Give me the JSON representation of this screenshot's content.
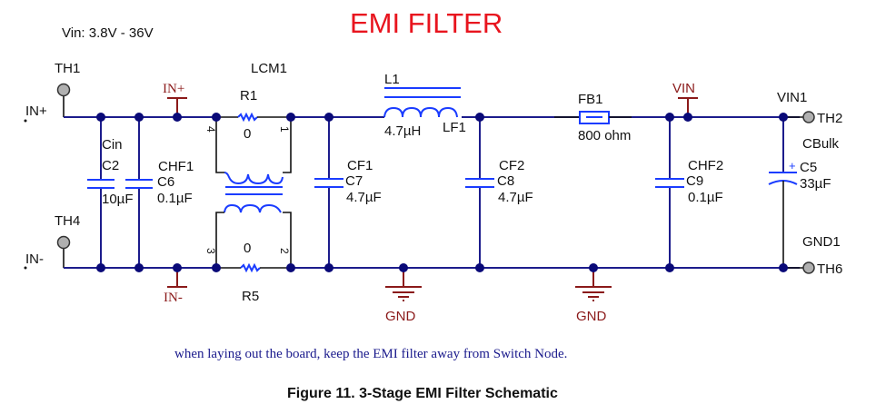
{
  "header": {
    "vin_range": "Vin: 3.8V - 36V",
    "title": "EMI FILTER"
  },
  "colors": {
    "title": "#e8141e",
    "wire": "#1c1c8c",
    "component": "#1a3cff",
    "net_label": "#8b1a1a",
    "note": "#1a1a8c"
  },
  "test_points": {
    "th1": "TH1",
    "th4": "TH4",
    "th2": "TH2",
    "th6": "TH6"
  },
  "ports": {
    "in_plus": "IN+",
    "in_minus": "IN-"
  },
  "net_labels": {
    "in_plus": "IN+",
    "in_minus": "IN-",
    "vin": "VIN",
    "gnd_1": "GND",
    "gnd_2": "GND",
    "vin1": "VIN1",
    "gnd1": "GND1"
  },
  "components": {
    "c2": {
      "name": "Cin",
      "ref": "C2",
      "value": "10µF"
    },
    "c6": {
      "name": "CHF1",
      "ref": "C6",
      "value": "0.1µF"
    },
    "lcm1": {
      "ref": "LCM1",
      "pins": [
        "4",
        "1",
        "3",
        "2"
      ]
    },
    "r1": {
      "ref": "R1",
      "value": "0"
    },
    "r5": {
      "ref": "R5",
      "value": "0"
    },
    "c7": {
      "name": "CF1",
      "ref": "C7",
      "value": "4.7µF"
    },
    "l1": {
      "ref": "L1",
      "name": "LF1",
      "value": "4.7µH"
    },
    "c8": {
      "name": "CF2",
      "ref": "C8",
      "value": "4.7µF"
    },
    "fb1": {
      "ref": "FB1",
      "value": "800 ohm"
    },
    "c9": {
      "name": "CHF2",
      "ref": "C9",
      "value": "0.1µF"
    },
    "c5": {
      "name": "CBulk",
      "ref": "C5",
      "value": "33µF",
      "polarity": "+"
    }
  },
  "note": "when laying out the board, keep the EMI filter away from Switch Node.",
  "caption": "Figure 11. 3-Stage EMI Filter Schematic"
}
